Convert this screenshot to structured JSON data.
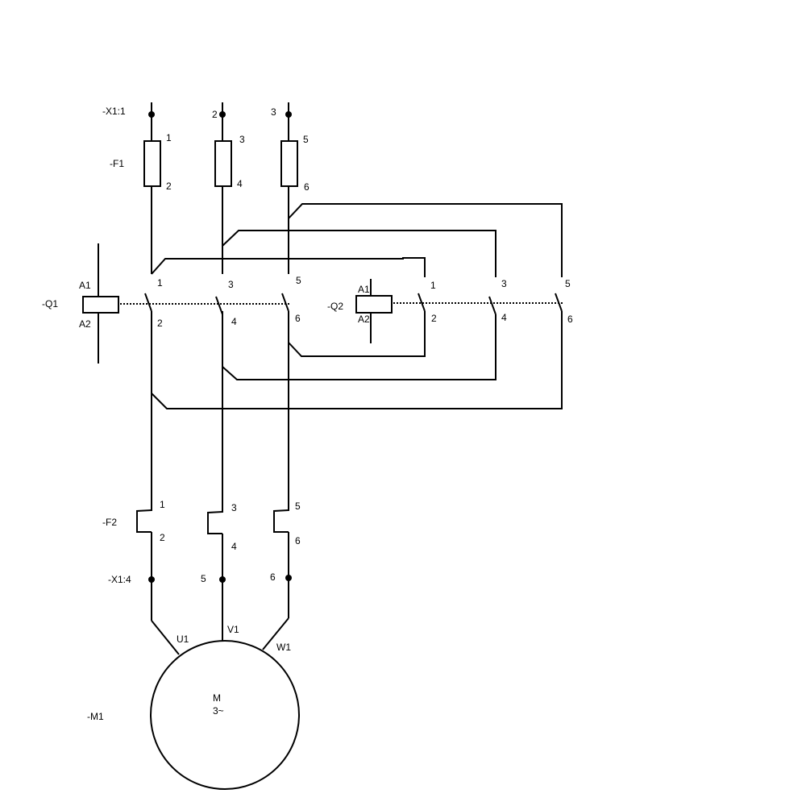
{
  "terminals": {
    "x1_top": {
      "tag": "-X1:1",
      "l2": "2",
      "l3": "3"
    },
    "x1_bottom": {
      "tag": "-X1:4",
      "l2": "5",
      "l3": "6"
    }
  },
  "fuse_f1": {
    "tag": "-F1",
    "terminals": [
      "1",
      "2",
      "3",
      "4",
      "5",
      "6"
    ]
  },
  "contactor_q1": {
    "tag": "-Q1",
    "coil": [
      "A1",
      "A2"
    ],
    "terminals": [
      "1",
      "2",
      "3",
      "4",
      "5",
      "6"
    ]
  },
  "contactor_q2": {
    "tag": "-Q2",
    "coil": [
      "A1",
      "A2"
    ],
    "terminals": [
      "1",
      "2",
      "3",
      "4",
      "5",
      "6"
    ]
  },
  "overload_f2": {
    "tag": "-F2",
    "terminals": [
      "1",
      "2",
      "3",
      "4",
      "5",
      "6"
    ]
  },
  "motor_m1": {
    "tag": "-M1",
    "symbol": "M",
    "phases": "3~",
    "terminals": [
      "U1",
      "V1",
      "W1"
    ]
  }
}
